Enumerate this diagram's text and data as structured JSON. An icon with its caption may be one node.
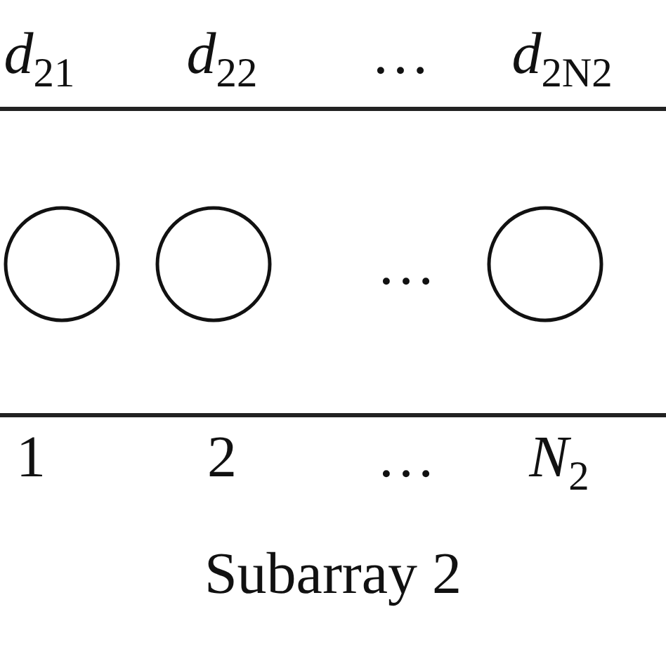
{
  "diagram": {
    "nodes": [
      {
        "text": [],
        "shape": "circle"
      },
      {
        "text": [],
        "shape": "circle"
      },
      {
        "text": [],
        "shape": "circle"
      }
    ],
    "labels": [
      "*d*$_{21}$",
      "*d*$_{22}$",
      "…",
      "*d*$_{2N}$$_{2}$",
      "…",
      "1",
      "2",
      "…",
      "*N*$_{2}$",
      "Subarray 2"
    ]
  }
}
